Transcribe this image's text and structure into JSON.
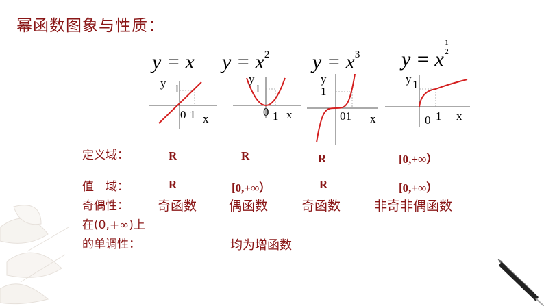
{
  "title": "幂函数图象与性质：",
  "functions": [
    {
      "base": "y = x",
      "exponent": ""
    },
    {
      "base": "y = x",
      "exponent": "2"
    },
    {
      "base": "y = x",
      "exponent": "3"
    },
    {
      "base": "y = x",
      "exponent_num": "1",
      "exponent_den": "2"
    }
  ],
  "axis": {
    "y": "y",
    "x": "x",
    "one": "1",
    "origin": "0",
    "origin_one": "01"
  },
  "rows": {
    "domain_label": "定义域：",
    "range_label": "值　域：",
    "parity_label": "奇偶性：",
    "monotonic_label_1": "在(0,+∞)上",
    "monotonic_label_2": "的单调性："
  },
  "domains": [
    "R",
    "R",
    "R",
    "[0,+∞）"
  ],
  "ranges": [
    "R",
    "[0,+∞）",
    "R",
    "[0,+∞）"
  ],
  "parity": [
    "奇函数",
    "偶函数",
    "奇函数",
    "非奇非偶函数"
  ],
  "monotonicity": "均为增函数",
  "colors": {
    "accent": "#8a1717",
    "curve": "#d42020"
  }
}
